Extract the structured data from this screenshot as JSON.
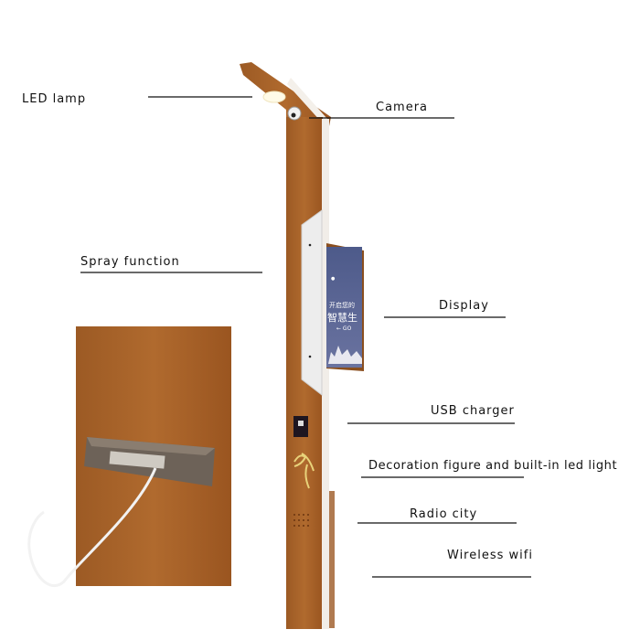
{
  "labels": {
    "led_lamp": "LED lamp",
    "camera": "Camera",
    "spray": "Spray function",
    "display": "Display",
    "usb": "USB charger",
    "decoration": "Decoration figure and built-in led light",
    "radio": "Radio city",
    "wifi": "Wireless wifi"
  },
  "screen": {
    "line1": "开启您的",
    "line2": "智慧生",
    "go": "← GO"
  },
  "colors": {
    "rust": "#a8632a",
    "rust_dark": "#8a4e1e",
    "screen": "#5a6590"
  }
}
